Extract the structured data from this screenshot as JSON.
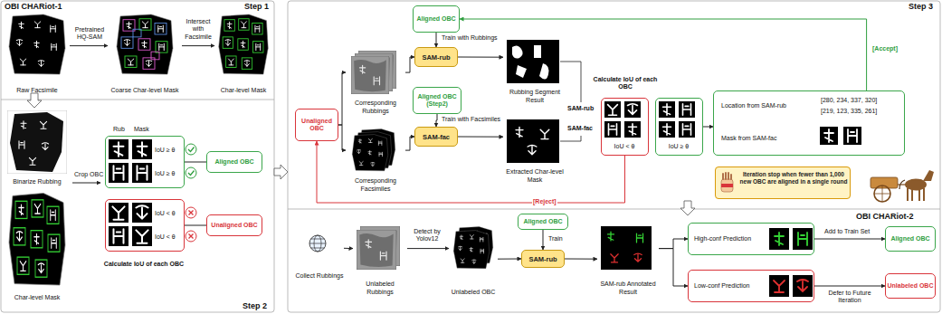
{
  "diagram": {
    "nodes": [
      {
        "text": [
          "Raw Facsimile"
        ]
      },
      {
        "text": [
          "Coarse Char-level Mask"
        ]
      },
      {
        "text": [
          "Char-level Mask"
        ]
      },
      {
        "text": [
          "Binarize Rubbing"
        ]
      },
      {
        "text": [
          "Char-level Mask"
        ]
      },
      {
        "text": [
          "IoU ≥ θ",
          "IoU ≥ θ"
        ]
      },
      {
        "text": [
          "IoU < θ",
          "IoU < θ"
        ]
      },
      {
        "text": [
          "Aligned OBC"
        ]
      },
      {
        "text": [
          "Unaligned OBC"
        ]
      },
      {
        "text": [
          "Unaligned OBC"
        ]
      },
      {
        "text": [
          "Aligned OBC"
        ]
      },
      {
        "text": [
          "SAM-rub"
        ]
      },
      {
        "text": [
          "Corresponding Rubbings"
        ]
      },
      {
        "text": [
          "Rubbing Segment Result"
        ]
      },
      {
        "text": [
          "Aligned OBC (Step2)"
        ]
      },
      {
        "text": [
          "SAM-fac"
        ]
      },
      {
        "text": [
          "Corresponding Facsimiles"
        ]
      },
      {
        "text": [
          "Extracted Char-level Mask"
        ]
      },
      {
        "text": [
          "IoU < θ"
        ]
      },
      {
        "text": [
          "IoU ≥ θ"
        ]
      },
      {
        "text": [
          "Location from SAM-rub",
          "[280, 234, 337, 320]",
          "[219, 123, 335, 261]",
          "Mask from SAM-fac"
        ]
      },
      {
        "text": [
          "Iteration stop when fewer than 1,000 new OBC are aligned in a single round"
        ]
      },
      {
        "text": [
          "Collect Rubbings"
        ]
      },
      {
        "text": [
          "Unlabeled Rubbings"
        ]
      },
      {
        "text": [
          "Unlabeled OBC"
        ]
      },
      {
        "text": [
          "Aligned OBC"
        ]
      },
      {
        "text": [
          "SAM-rub"
        ]
      },
      {
        "text": [
          "SAM-rub Annotated Result"
        ]
      },
      {
        "text": [
          "High-conf Prediction"
        ]
      },
      {
        "text": [
          "Low-conf Prediction"
        ]
      },
      {
        "text": [
          "Aligned OBC"
        ]
      },
      {
        "text": [
          "Unlabeled OBC"
        ]
      }
    ],
    "edges": [
      {
        "from": 0,
        "to": 1,
        "label": "Pretrained HQ-SAM",
        "arrow": "to"
      },
      {
        "from": 1,
        "to": 2,
        "label": "Intersect with Facsimile",
        "arrow": "to"
      },
      {
        "from": 5,
        "to": 7,
        "arrow": "none"
      },
      {
        "from": 6,
        "to": 8,
        "arrow": "none"
      },
      {
        "from": 9,
        "to": 12,
        "arrow": "to"
      },
      {
        "from": 9,
        "to": 16,
        "arrow": "to"
      },
      {
        "from": 12,
        "to": 11,
        "arrow": "to"
      },
      {
        "from": 10,
        "to": 11,
        "label": "Train with Rubbings",
        "arrow": "to"
      },
      {
        "from": 11,
        "to": 13,
        "arrow": "to"
      },
      {
        "from": 16,
        "to": 15,
        "arrow": "to"
      },
      {
        "from": 14,
        "to": 15,
        "label": "Train with Facsimiles",
        "arrow": "to"
      },
      {
        "from": 15,
        "to": 17,
        "arrow": "to"
      },
      {
        "from": 18,
        "to": 9,
        "label": "[Reject]",
        "arrow": "to"
      },
      {
        "from": 19,
        "to": 20,
        "arrow": "to"
      },
      {
        "from": 20,
        "to": 10,
        "label": "[Accept]",
        "arrow": "to"
      },
      {
        "from": 22,
        "to": 23,
        "arrow": "to"
      },
      {
        "from": 23,
        "to": 24,
        "label": "Detect by Yolov12",
        "arrow": "to"
      },
      {
        "from": 24,
        "to": 26,
        "arrow": "to"
      },
      {
        "from": 25,
        "to": 26,
        "label": "Train",
        "arrow": "to"
      },
      {
        "from": 26,
        "to": 27,
        "arrow": "to"
      },
      {
        "from": 27,
        "to": 28,
        "arrow": "to"
      },
      {
        "from": 27,
        "to": 29,
        "arrow": "to"
      },
      {
        "from": 28,
        "to": 30,
        "label": "Add to Train Set",
        "arrow": "to"
      },
      {
        "from": 29,
        "to": 31,
        "label": "Defer to Future Iteration",
        "arrow": "to"
      }
    ],
    "labels": [
      "OBI CHARiot-1",
      "Step 1",
      "Rub",
      "Mask",
      "Crop OBC",
      "Calculate IoU of each OBC",
      "Step 2",
      "Step 3",
      "SAM-rub",
      "SAM-fac",
      "Calculate IoU of each OBC",
      "OBI CHARiot-2"
    ]
  }
}
